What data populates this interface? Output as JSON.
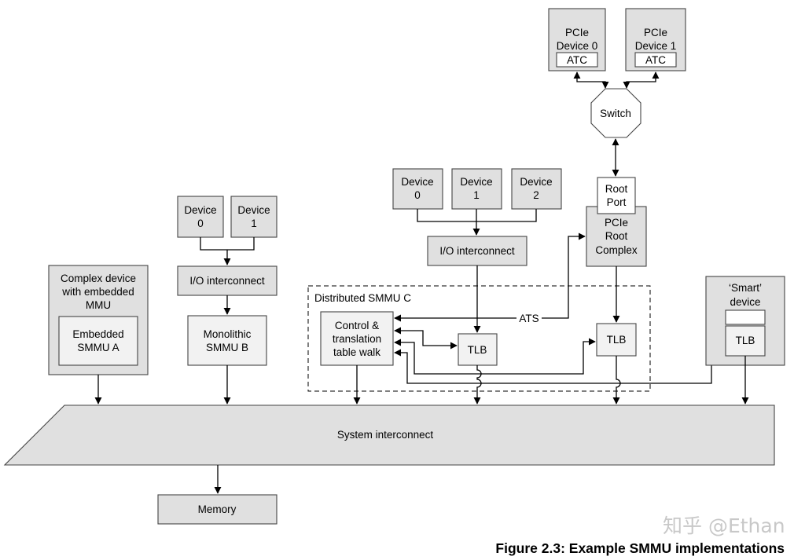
{
  "pcie_device_0": {
    "line1": "PCIe",
    "line2": "Device 0",
    "atc": "ATC"
  },
  "pcie_device_1": {
    "line1": "PCIe",
    "line2": "Device 1",
    "atc": "ATC"
  },
  "switch": "Switch",
  "root_port": {
    "line1": "Root",
    "line2": "Port"
  },
  "pcie_root_complex": {
    "line1": "PCIe",
    "line2": "Root",
    "line3": "Complex"
  },
  "devices_b": [
    {
      "line1": "Device",
      "line2": "0"
    },
    {
      "line1": "Device",
      "line2": "1"
    }
  ],
  "devices_c": [
    {
      "line1": "Device",
      "line2": "0"
    },
    {
      "line1": "Device",
      "line2": "1"
    },
    {
      "line1": "Device",
      "line2": "2"
    }
  ],
  "io_interconnect_b": "I/O interconnect",
  "io_interconnect_c": "I/O interconnect",
  "complex_device": {
    "line1": "Complex device",
    "line2": "with embedded",
    "line3": "MMU",
    "inner_line1": "Embedded",
    "inner_line2": "SMMU A"
  },
  "monolithic_smmu": {
    "line1": "Monolithic",
    "line2": "SMMU B"
  },
  "distributed_smmu": {
    "title": "Distributed SMMU C",
    "control_line1": "Control &",
    "control_line2": "translation",
    "control_line3": "table walk",
    "tlb_left": "TLB",
    "tlb_right": "TLB",
    "ats": "ATS"
  },
  "smart_device": {
    "line1": "‘Smart’",
    "line2": "device",
    "tlb": "TLB"
  },
  "system_interconnect": "System interconnect",
  "memory": "Memory",
  "caption": "Figure 2.3: Example SMMU implementations",
  "watermark": "知乎 @Ethan"
}
